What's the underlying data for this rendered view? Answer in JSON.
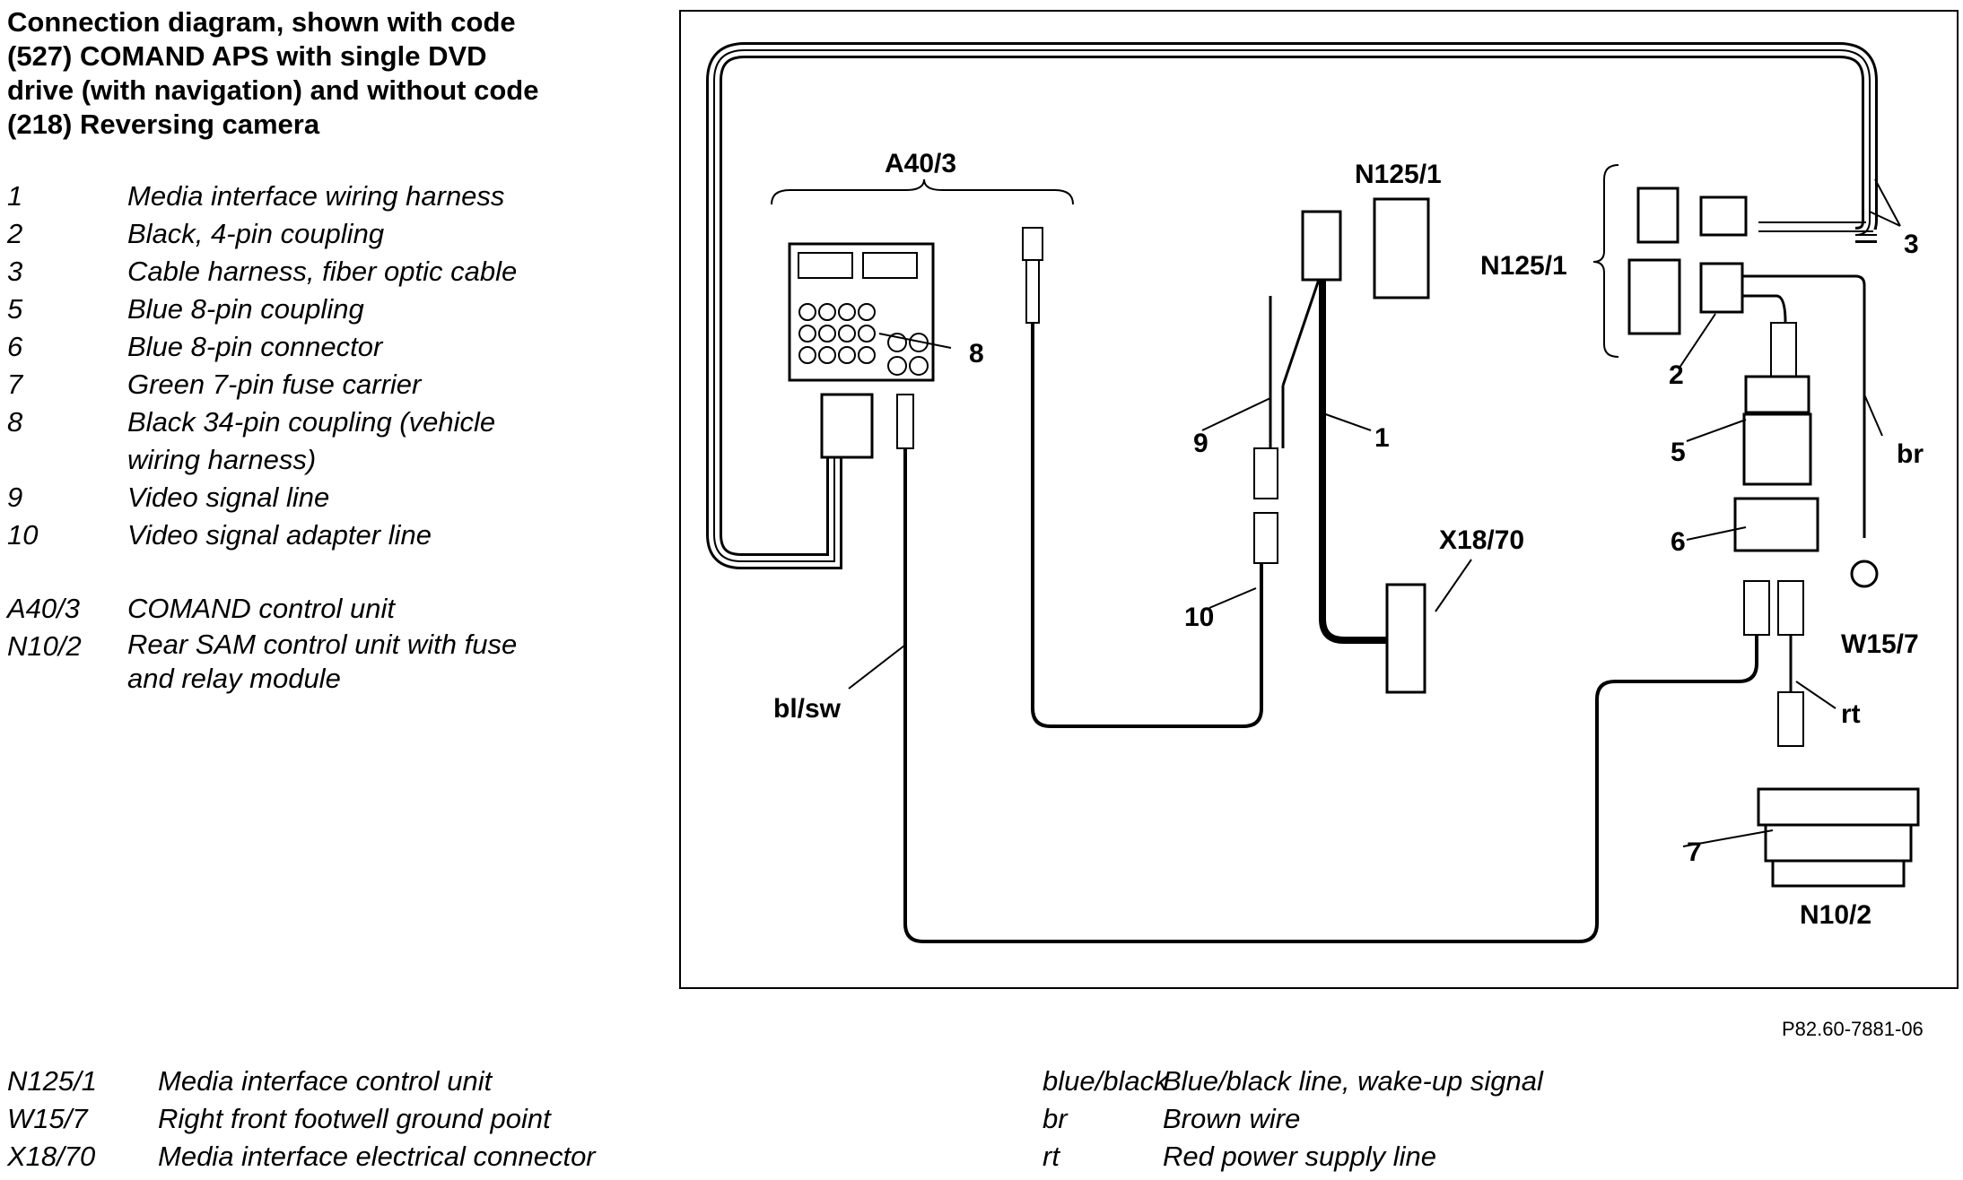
{
  "title": "Connection diagram, shown with code\n(527) COMAND APS with single DVD\ndrive (with navigation) and without code\n(218) Reversing camera",
  "legend_numbers": [
    {
      "key": "1",
      "desc": "Media interface wiring harness"
    },
    {
      "key": "2",
      "desc": "Black, 4-pin coupling"
    },
    {
      "key": "3",
      "desc": "Cable harness, fiber optic cable"
    },
    {
      "key": "5",
      "desc": "Blue 8-pin coupling"
    },
    {
      "key": "6",
      "desc": "Blue 8-pin connector"
    },
    {
      "key": "7",
      "desc": "Green 7-pin fuse carrier"
    },
    {
      "key": "8",
      "desc": "Black 34-pin coupling (vehicle\nwiring harness)"
    },
    {
      "key": "9",
      "desc": "Video signal line"
    },
    {
      "key": "10",
      "desc": "Video signal adapter line"
    }
  ],
  "legend_components": [
    {
      "key": "A40/3",
      "desc": "COMAND control unit"
    },
    {
      "key": "N10/2",
      "desc": "Rear SAM control unit with fuse\nand relay module"
    }
  ],
  "legend_bottom_left": [
    {
      "key": "N125/1",
      "desc": "Media interface control unit"
    },
    {
      "key": "W15/7",
      "desc": "Right front footwell ground point"
    },
    {
      "key": "X18/70",
      "desc": "Media interface electrical connector"
    }
  ],
  "legend_bottom_right": [
    {
      "key": "blue/black",
      "desc": "Blue/black line, wake-up signal"
    },
    {
      "key": "br",
      "desc": "Brown wire"
    },
    {
      "key": "rt",
      "desc": "Red power supply line"
    }
  ],
  "figure_ref": "P82.60-7881-06",
  "diagram_labels": {
    "a40_3": "A40/3",
    "n125_1_top": "N125/1",
    "n125_1_side": "N125/1",
    "x18_70": "X18/70",
    "w15_7": "W15/7",
    "n10_2": "N10/2",
    "bl_sw": "bl/sw",
    "br": "br",
    "rt": "rt",
    "n1": "1",
    "n2": "2",
    "n3": "3",
    "n5": "5",
    "n6": "6",
    "n7": "7",
    "n8": "8",
    "n9": "9",
    "n10": "10"
  }
}
